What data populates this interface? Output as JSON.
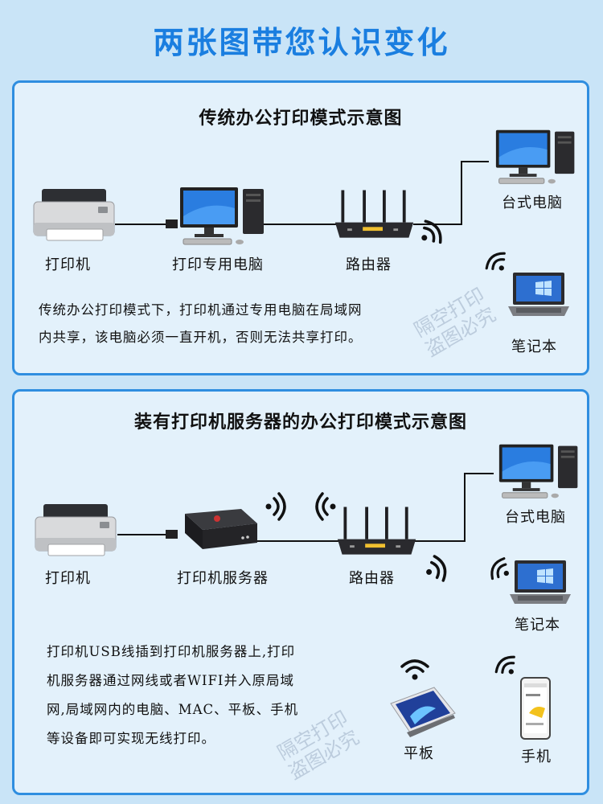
{
  "title": "两张图带您认识变化",
  "panel1": {
    "title": "传统办公打印模式示意图",
    "labels": {
      "printer": "打印机",
      "dedicated_pc": "打印专用电脑",
      "router": "路由器",
      "desktop": "台式电脑",
      "laptop": "笔记本"
    },
    "description": [
      "传统办公打印模式下，打印机通过专用电脑在局域网",
      "内共享，该电脑必须一直开机，否则无法共享打印。"
    ]
  },
  "panel2": {
    "title": "装有打印机服务器的办公打印模式示意图",
    "labels": {
      "printer": "打印机",
      "print_server": "打印机服务器",
      "router": "路由器",
      "desktop": "台式电脑",
      "laptop": "笔记本",
      "tablet": "平板",
      "phone": "手机"
    },
    "description": [
      "打印机USB线插到打印机服务器上,打印",
      "机服务器通过网线或者WIFI并入原局域",
      "网,局域网内的电脑、MAC、平板、手机",
      "等设备即可实现无线打印。"
    ]
  },
  "watermark": [
    "隔空打印",
    "盗图必究"
  ],
  "colors": {
    "background": "#c9e4f7",
    "panel": "#e3f1fb",
    "border": "#2f8ee0",
    "title": "#1a7ee0"
  }
}
